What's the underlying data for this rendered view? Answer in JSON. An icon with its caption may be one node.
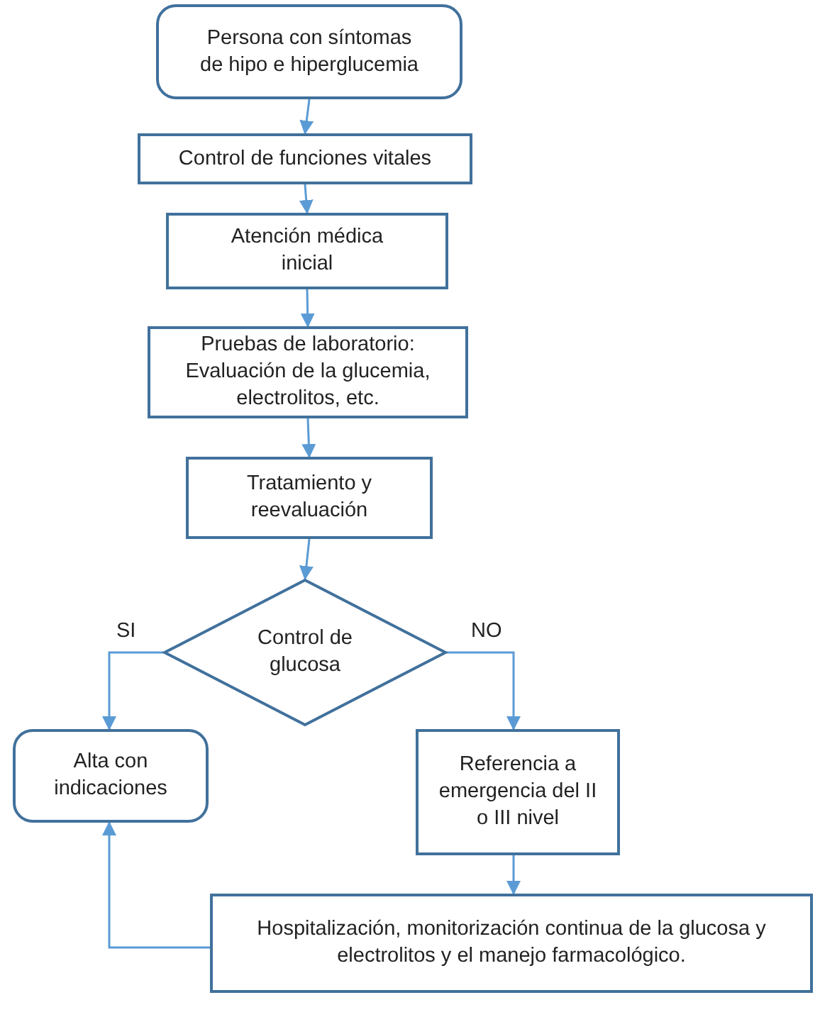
{
  "diagram": {
    "nodes": [
      {
        "text": [
          "Persona con síntomas de hipo e hiperglucemia"
        ]
      },
      {
        "text": [
          "Control de funciones vitales"
        ]
      },
      {
        "text": [
          "Atención médica inicial"
        ]
      },
      {
        "text": [
          "Pruebas de laboratorio: Evaluación de la glucemia, electrolitos, etc."
        ]
      },
      {
        "text": [
          "Tratamiento y reevaluación"
        ]
      },
      {
        "text": [
          "Control de glucosa"
        ]
      },
      {
        "text": [
          "Alta con indicaciones"
        ]
      },
      {
        "text": [
          "Referencia a emergencia del II o III nivel"
        ]
      },
      {
        "text": [
          "Hospitalización, monitorización continua de la glucosa y electrolitos y el manejo farmacológico."
        ]
      }
    ],
    "edges": [
      {
        "from": 0,
        "to": 1,
        "arrow": "to"
      },
      {
        "from": 1,
        "to": 2,
        "arrow": "to"
      },
      {
        "from": 2,
        "to": 3,
        "arrow": "to"
      },
      {
        "from": 3,
        "to": 4,
        "arrow": "to"
      },
      {
        "from": 4,
        "to": 5,
        "arrow": "to"
      },
      {
        "from": 5,
        "to": 6,
        "arrow": "to",
        "label": "SI"
      },
      {
        "from": 5,
        "to": 7,
        "arrow": "to",
        "label": "NO"
      },
      {
        "from": 7,
        "to": 8,
        "arrow": "to"
      },
      {
        "from": 8,
        "to": 6,
        "arrow": "to"
      }
    ]
  }
}
